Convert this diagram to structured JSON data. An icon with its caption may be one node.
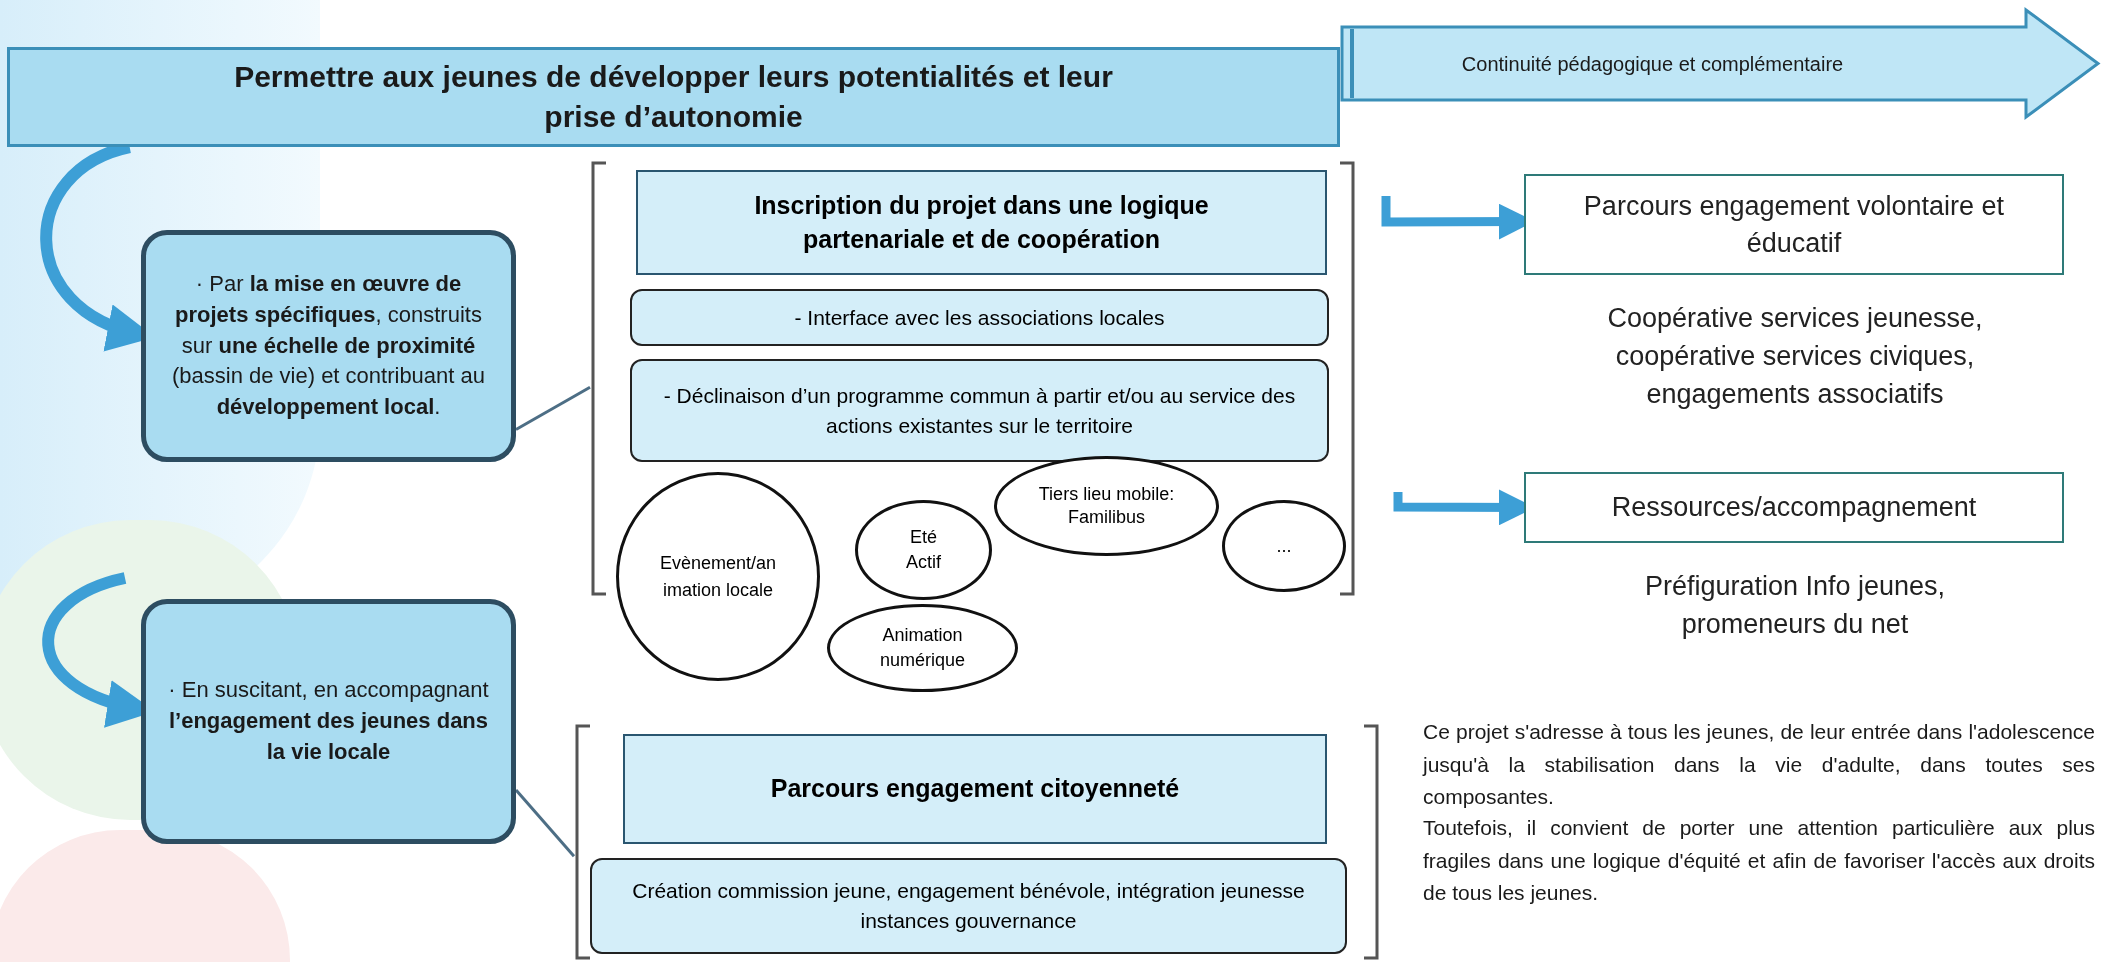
{
  "diagram": {
    "nodes": [
      {
        "text": [
          "Permettre aux jeunes de développer leurs potentialités et leur prise d’autonomie"
        ]
      },
      {
        "text": [
          "Continuité pédagogique et complémentaire"
        ]
      },
      {
        "text": [
          "· Par **la mise en œuvre de projets spécifiques**, construits sur **une échelle de proximité** (bassin de vie) et contribuant au **développement local**."
        ]
      },
      {
        "text": [],
        "shape": "bracket"
      },
      {
        "text": [
          "Inscription du projet dans une logique partenariale et de coopération"
        ],
        "in": 3
      },
      {
        "text": [
          "- Interface avec les associations locales"
        ],
        "in": 3
      },
      {
        "text": [
          "- Déclinaison d’un programme commun à partir et/ou au service des actions existantes sur le territoire"
        ],
        "in": 3
      },
      {
        "text": [
          "Evènement/animation locale"
        ]
      },
      {
        "text": [
          "Eté Actif"
        ],
        "in": 3
      },
      {
        "text": [
          "Tiers lieu mobile: Familibus"
        ],
        "in": 3
      },
      {
        "text": [
          "..."
        ],
        "in": 3
      },
      {
        "text": [
          "Animation numérique"
        ]
      },
      {
        "text": [
          "Parcours engagement volontaire et éducatif"
        ],
        "beside": [
          "Coopérative services jeunesse, coopérative services civiques, engagements associatifs"
        ]
      },
      {
        "text": [
          "Ressources/accompagnement"
        ],
        "beside": [
          "Préfiguration Info jeunes, promeneurs du net"
        ]
      },
      {
        "text": [
          "· En suscitant, en accompagnant **l’engagement des jeunes dans la vie locale**"
        ]
      },
      {
        "text": [],
        "shape": "bracket"
      },
      {
        "text": [
          "Parcours engagement citoyenneté"
        ],
        "in": 15
      },
      {
        "text": [
          "Création commission jeune, engagement bénévole, intégration jeunesse instances gouvernance"
        ],
        "in": 15
      }
    ],
    "edges": [
      {
        "from": 0,
        "to": 2,
        "arrow": "to"
      },
      {
        "from": null,
        "to": 14,
        "arrow": "to"
      },
      {
        "from": 2,
        "to": 3,
        "arrow": "none",
        "color": "#4d6e85"
      },
      {
        "from": 14,
        "to": 15,
        "arrow": "none",
        "color": "#4d6e85"
      },
      {
        "from": null,
        "to": 12,
        "arrow": "to"
      },
      {
        "from": null,
        "to": 13,
        "arrow": "to"
      }
    ],
    "labels": [
      "Ce projet s'adresse à tous les jeunes, de leur entrée dans l'adolescence jusqu'à la stabilisation dans la vie d'adulte, dans toutes ses composantes.",
      "Toutefois, il convient de porter une attention particulière aux plus fragiles dans une logique d'équité et afin de favoriser l'accès aux droits de tous les jeunes."
    ]
  }
}
